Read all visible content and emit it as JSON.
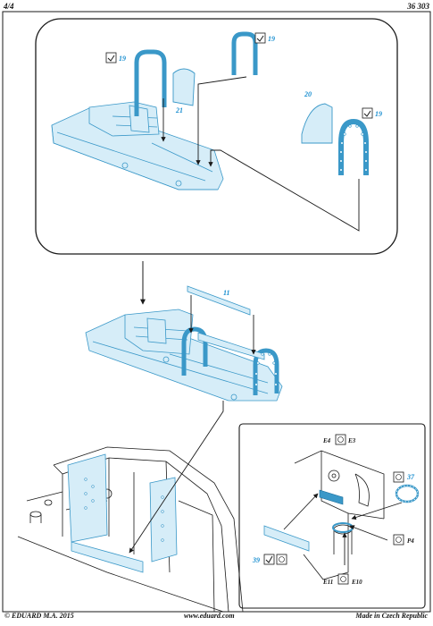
{
  "page": {
    "page_number": "4/4",
    "kit_code": "36 303"
  },
  "footer": {
    "copyright": "© EDUARD  M.A. 2015",
    "website": "www.eduard.com",
    "origin": "Made in Czech Republic"
  },
  "callouts": {
    "top_left": "19",
    "top_right": "19",
    "right": "19",
    "part_21": "21",
    "part_20": "20",
    "part_11": "11",
    "part_37": "37",
    "part_39": "39",
    "e4": "E4",
    "e3": "E3",
    "p4": "P4",
    "e11": "E11",
    "e10": "E10"
  },
  "colors": {
    "part_fill": "#d6edf8",
    "part_stroke": "#3a98c8",
    "number": "#1b8fd0",
    "ink": "#1a1a1a"
  }
}
